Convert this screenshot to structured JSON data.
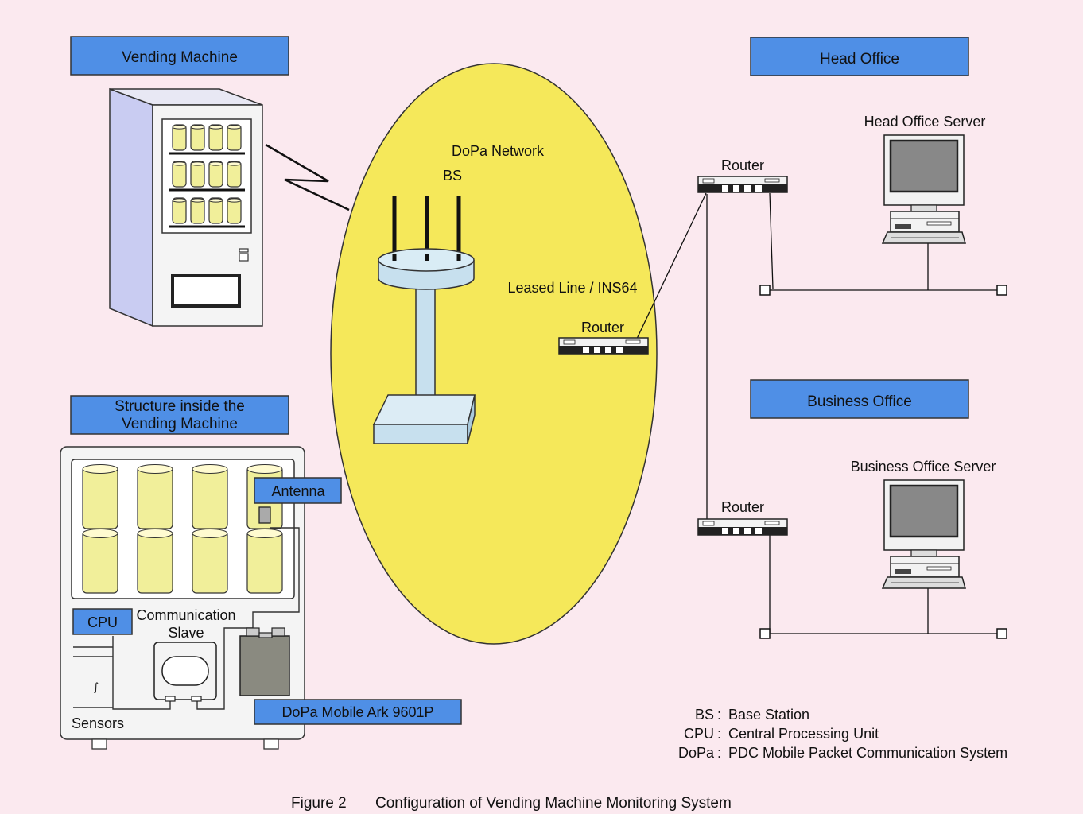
{
  "labels": {
    "vending_machine": "Vending Machine",
    "head_office": "Head Office",
    "business_office": "Business Office",
    "structure_line1": "Structure inside the",
    "structure_line2": "Vending Machine",
    "head_office_server": "Head Office Server",
    "business_office_server": "Business Office Server",
    "dopa_network": "DoPa Network",
    "bs": "BS",
    "leased_line": "Leased Line / INS64",
    "router_network": "Router",
    "router_head": "Router",
    "router_business": "Router",
    "antenna": "Antenna",
    "cpu": "CPU",
    "comm_slave_line1": "Communication",
    "comm_slave_line2": "Slave",
    "dopa_mobile": "DoPa Mobile Ark 9601P",
    "sensors": "Sensors"
  },
  "legend": [
    {
      "abbr": "BS",
      "desc": "Base Station"
    },
    {
      "abbr": "CPU",
      "desc": "Central Processing Unit"
    },
    {
      "abbr": "DoPa",
      "desc": "PDC Mobile Packet Communication System"
    }
  ],
  "caption": {
    "figure": "Figure 2",
    "title": "Configuration of Vending Machine Monitoring System"
  },
  "colors": {
    "background": "#fbe9ef",
    "label_box": "#4f8fe6",
    "ellipse": "#f5e85a",
    "can": "#f1ef9a",
    "machine": "#f2f2f2",
    "side_shade": "#c9ccf2",
    "tower": "#c7e0ee"
  }
}
